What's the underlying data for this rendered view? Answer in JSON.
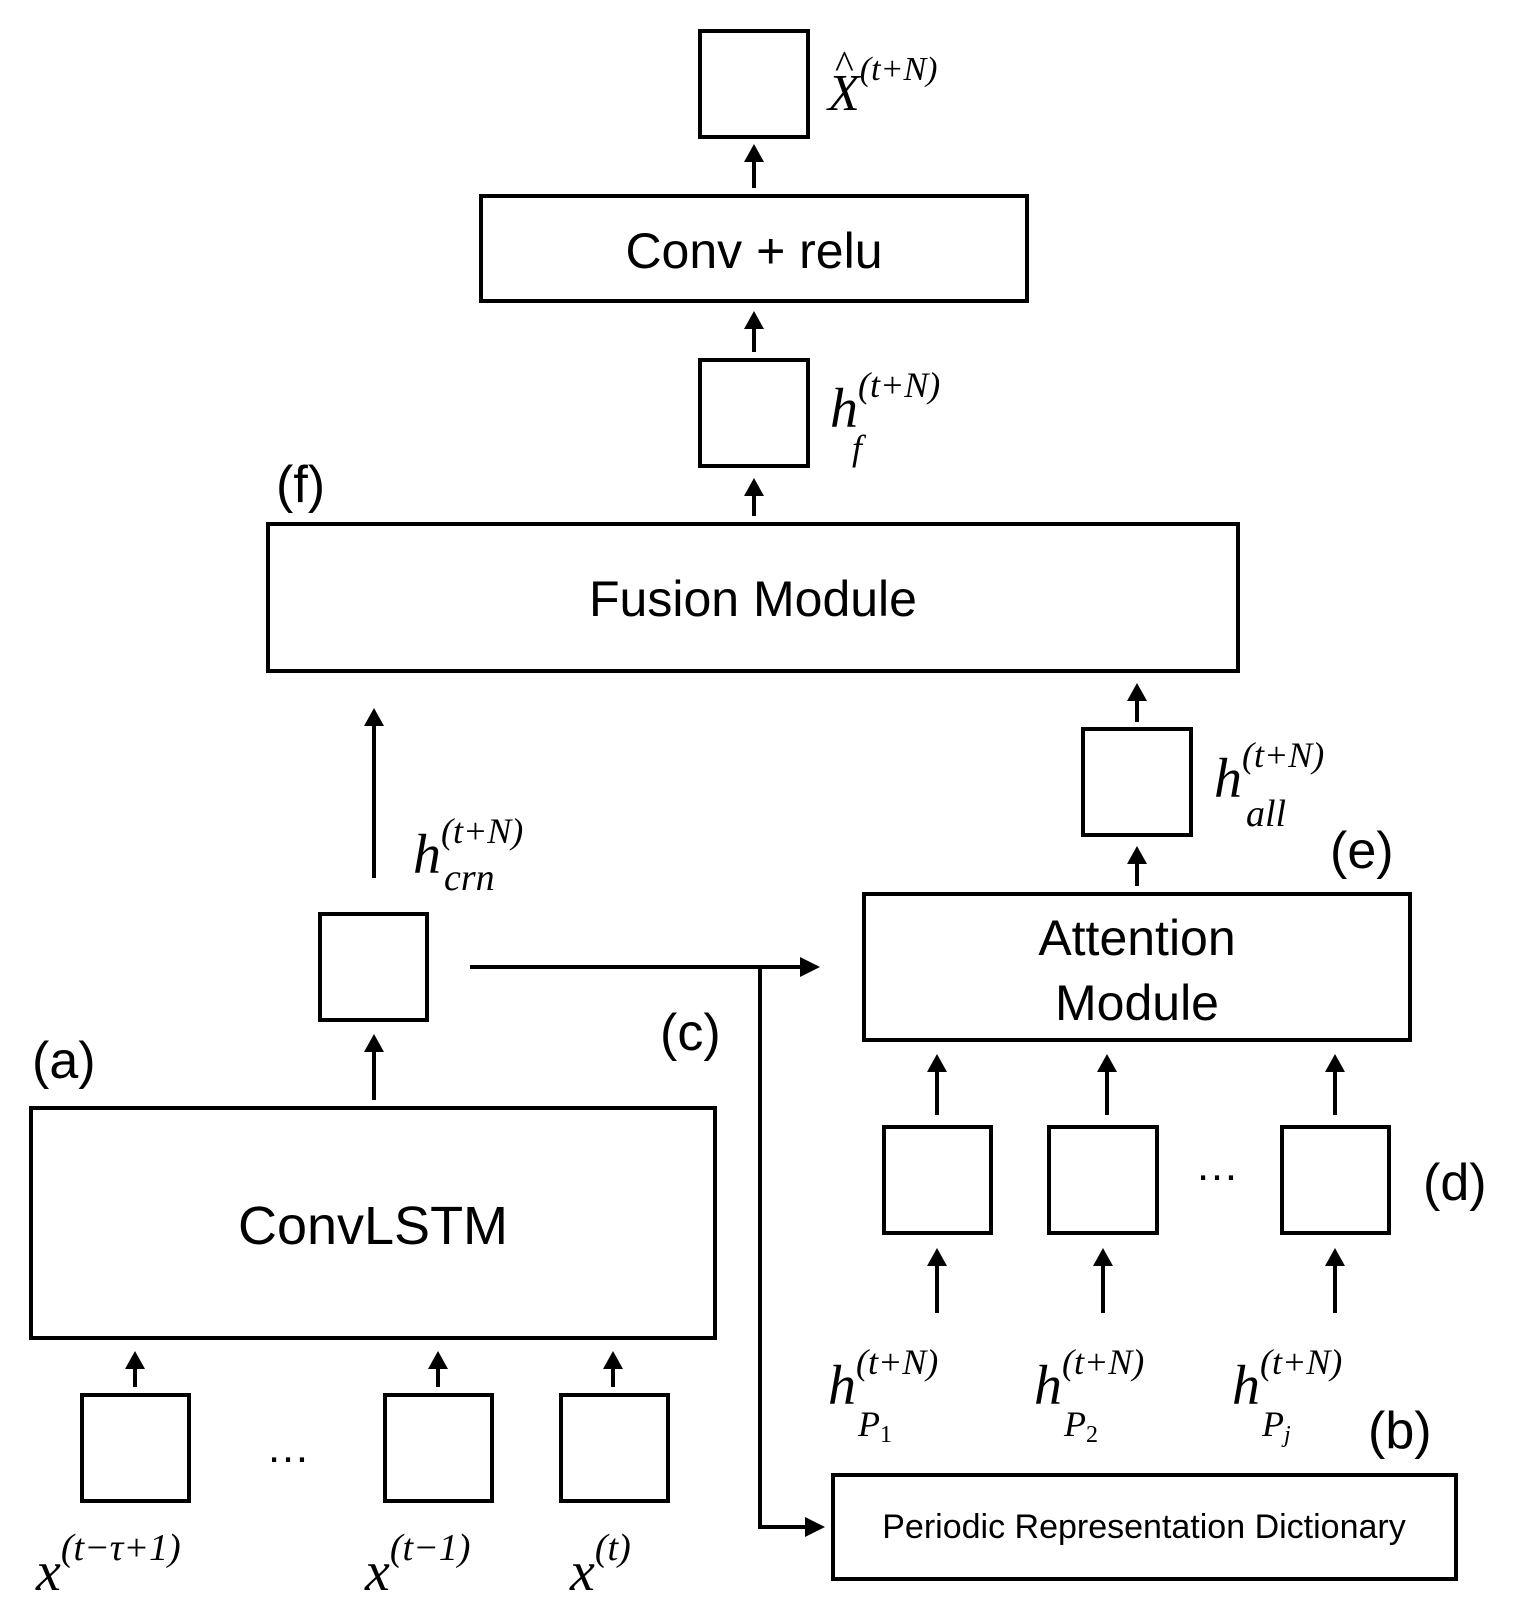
{
  "modules": {
    "conv_relu": "Conv + relu",
    "fusion": "Fusion Module",
    "attention_line1": "Attention",
    "attention_line2": "Module",
    "convlstm": "ConvLSTM",
    "dictionary": "Periodic Representation Dictionary"
  },
  "tags": {
    "a": "(a)",
    "b": "(b)",
    "c": "(c)",
    "d": "(d)",
    "e": "(e)",
    "f": "(f)"
  },
  "ellipsis": "…",
  "math": {
    "output": {
      "base": "X",
      "accent": "^",
      "sup": "(t+N)"
    },
    "h_f": {
      "base": "h",
      "sub": "f",
      "sup": "(t+N)"
    },
    "h_all": {
      "base": "h",
      "sub": "all",
      "sup": "(t+N)"
    },
    "h_crn": {
      "base": "h",
      "sub": "crn",
      "sup": "(t+N)"
    },
    "h_p1": {
      "base": "h",
      "sub": "P",
      "subsub": "1",
      "sup": "(t+N)"
    },
    "h_p2": {
      "base": "h",
      "sub": "P",
      "subsub": "2",
      "sup": "(t+N)"
    },
    "h_pj": {
      "base": "h",
      "sub": "P",
      "subsub": "j",
      "sup": "(t+N)"
    },
    "x_first": {
      "base": "x",
      "sup": "(t−τ+1)"
    },
    "x_prev": {
      "base": "x",
      "sup": "(t−1)"
    },
    "x_t": {
      "base": "x",
      "sup": "(t)"
    }
  }
}
